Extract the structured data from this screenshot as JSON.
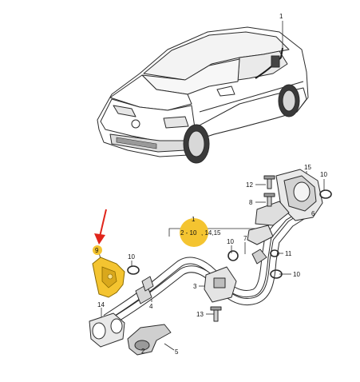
{
  "colors": {
    "highlight": "#f4c430",
    "arrow": "#e0251b",
    "line": "#2b2b2b",
    "shade": "#bdbdbd"
  },
  "callouts": {
    "c1": "1",
    "c1_range": "2 - 10",
    "c1_extra": ", 14,15",
    "c15": "15",
    "c12": "12",
    "c10_tr": "10",
    "c8_tr": "8",
    "c6": "6",
    "c7": "7",
    "c10_mid": "10",
    "c11": "11",
    "c10_bot": "10",
    "c9": "9",
    "c10_left": "10",
    "c3": "3",
    "c14": "14",
    "c13": "13",
    "c2": "2",
    "c4": "4",
    "c5": "5"
  }
}
